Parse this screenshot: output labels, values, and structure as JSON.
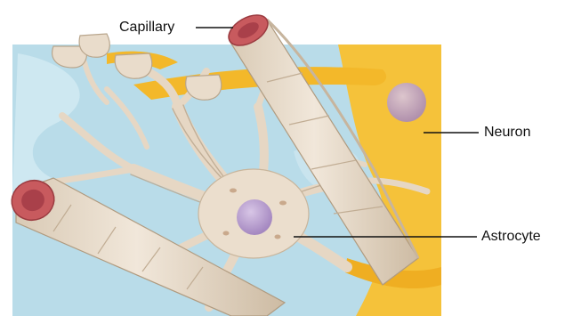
{
  "labels": {
    "capillary": "Capillary",
    "neuron": "Neuron",
    "astrocyte": "Astrocyte"
  },
  "colors": {
    "fluid": "#b9dce9",
    "neuron": "#f5c23a",
    "astrocyte": "#e9dccb",
    "capillary_lumen": "#c85a5e",
    "nucleus": "#b89bd0",
    "leader_line": "#111111"
  }
}
